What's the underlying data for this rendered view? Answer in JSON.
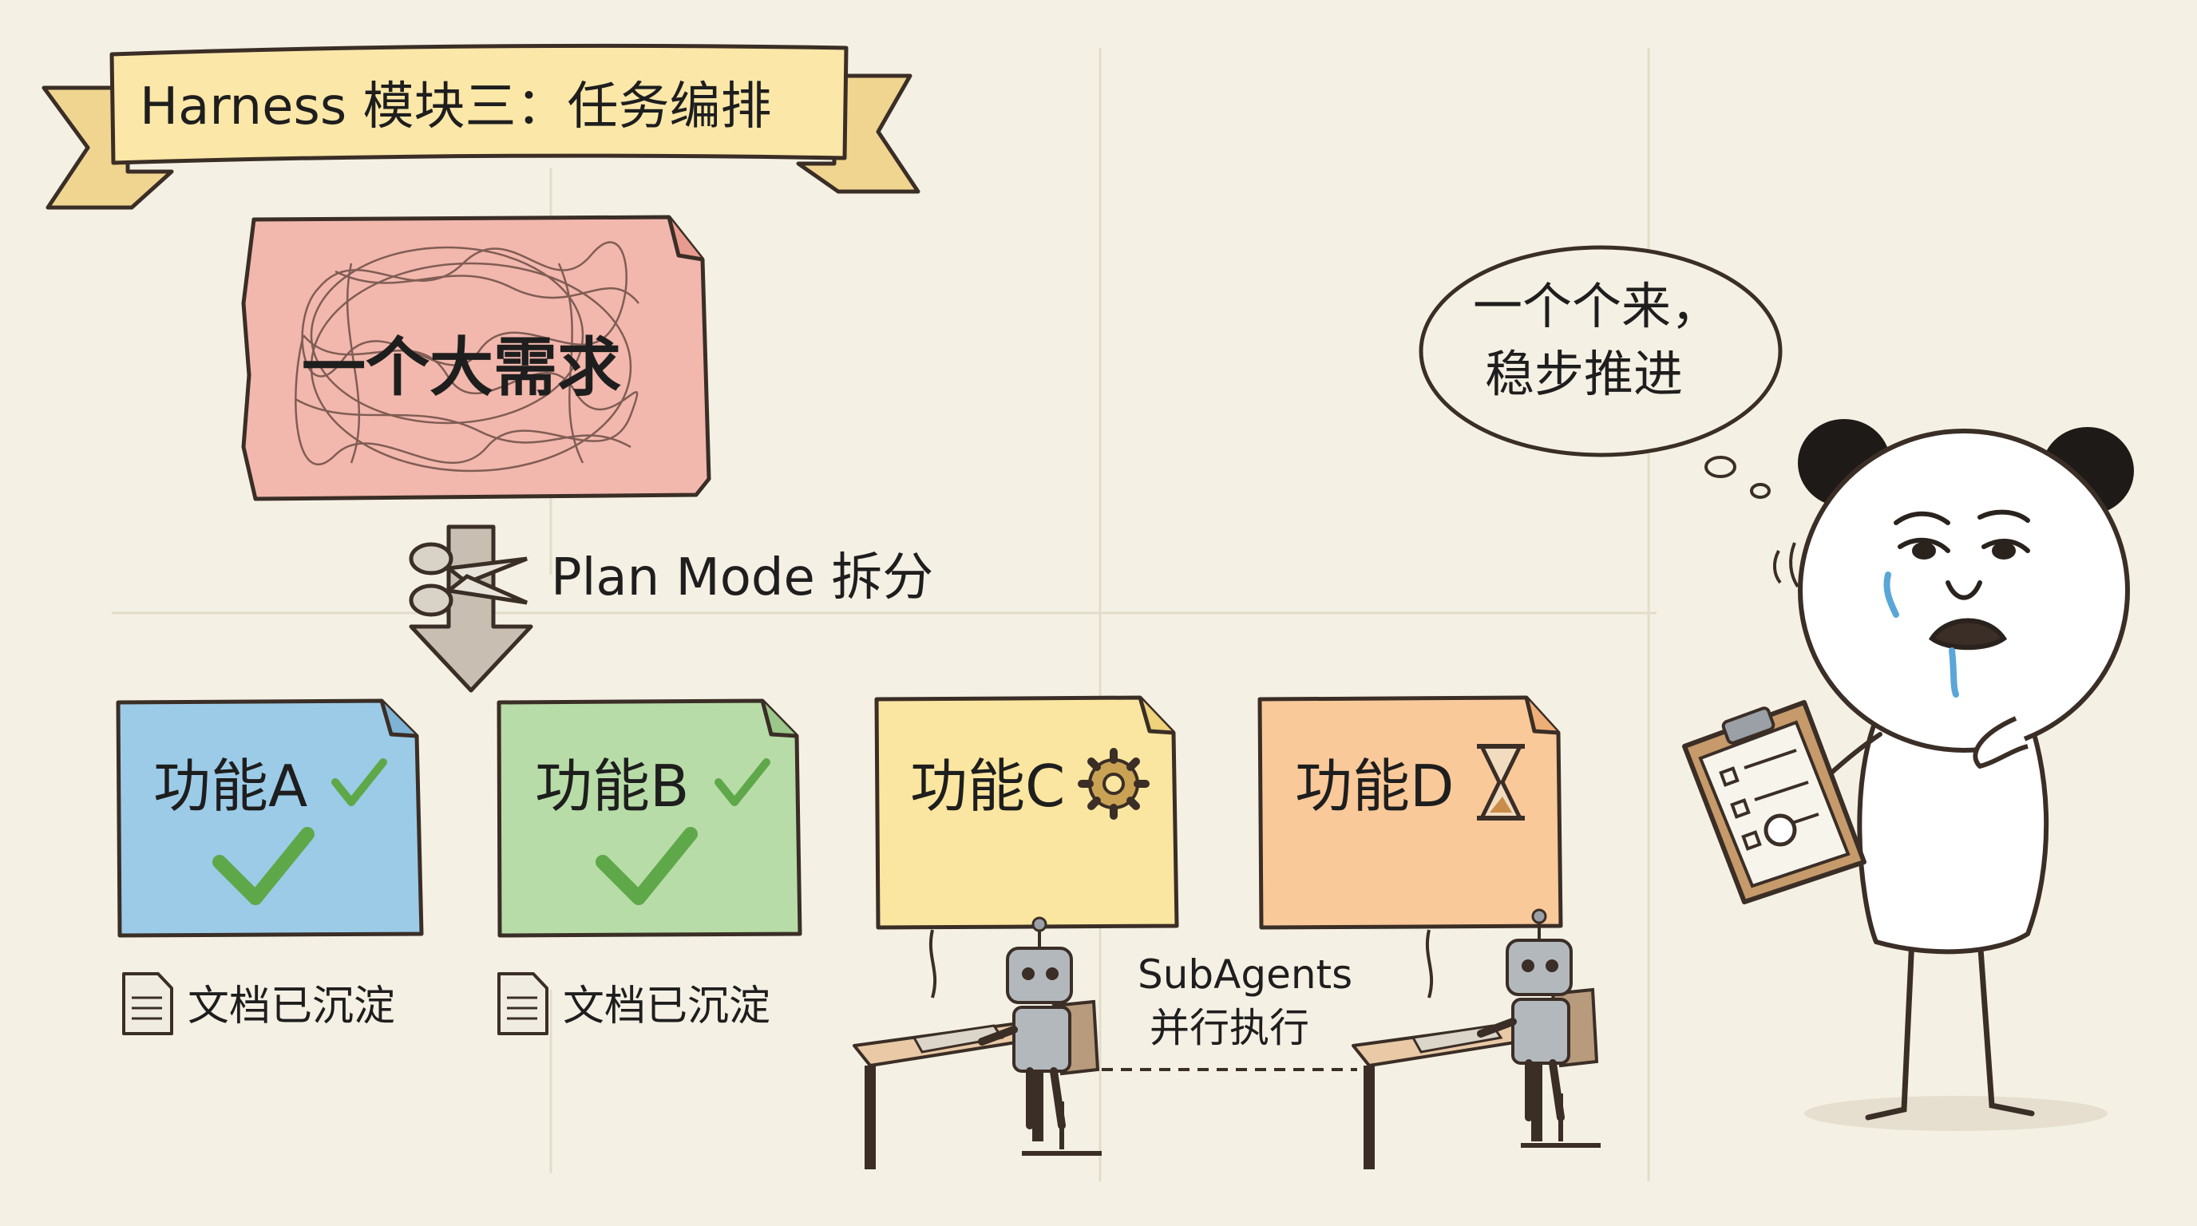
{
  "title": "Harness 模块三：任务编排",
  "big_requirement": "一个大需求",
  "split_label": "Plan Mode 拆分",
  "features": [
    {
      "label": "功能A",
      "status": "done",
      "status_icon": "check-icon",
      "color": "#9ccbe8",
      "note": "文档已沉淀"
    },
    {
      "label": "功能B",
      "status": "done",
      "status_icon": "check-icon",
      "color": "#b8dca8",
      "note": "文档已沉淀"
    },
    {
      "label": "功能C",
      "status": "in-progress",
      "status_icon": "gear-icon",
      "color": "#fae6a0",
      "note": ""
    },
    {
      "label": "功能D",
      "status": "pending",
      "status_icon": "hourglass-icon",
      "color": "#f9c99a",
      "note": ""
    }
  ],
  "subagents_label_line1": "SubAgents",
  "subagents_label_line2": "并行执行",
  "thought_line1": "一个个来，",
  "thought_line2": "稳步推进",
  "colors": {
    "background": "#f5f0e4",
    "banner": "#fbe7a8",
    "big_requirement": "#f2b7ad",
    "check": "#5fa84a",
    "ink": "#3a2e26"
  }
}
